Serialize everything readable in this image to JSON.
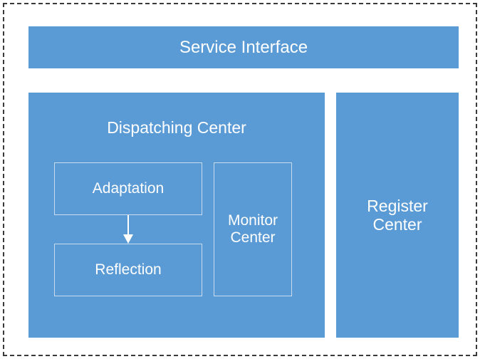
{
  "diagram": {
    "title_bar": {
      "label": "Service Interface"
    },
    "blocks": [
      {
        "id": "dispatching-center",
        "label": "Dispatching Center"
      },
      {
        "id": "register-center",
        "label": "Register\nCenter"
      },
      {
        "id": "adaptation",
        "label": "Adaptation"
      },
      {
        "id": "reflection",
        "label": "Reflection"
      },
      {
        "id": "monitor-center",
        "label": "Monitor\nCenter"
      }
    ],
    "register_center": {
      "line1": "Register",
      "line2": "Center"
    },
    "monitor_center": {
      "line1": "Monitor",
      "line2": "Center"
    },
    "adaptation": {
      "label": "Adaptation"
    },
    "reflection": {
      "label": "Reflection"
    },
    "dispatching": {
      "label": "Dispatching Center"
    },
    "colors": {
      "block_fill": "#5b9bd5",
      "block_text": "#ffffff",
      "inner_border": "#c9dcef",
      "outer_border": "#3a3a3a",
      "arrow": "#ffffff",
      "background": "#ffffff"
    },
    "connectors": [
      {
        "from": "adaptation",
        "to": "reflection",
        "type": "arrow-down"
      }
    ]
  }
}
